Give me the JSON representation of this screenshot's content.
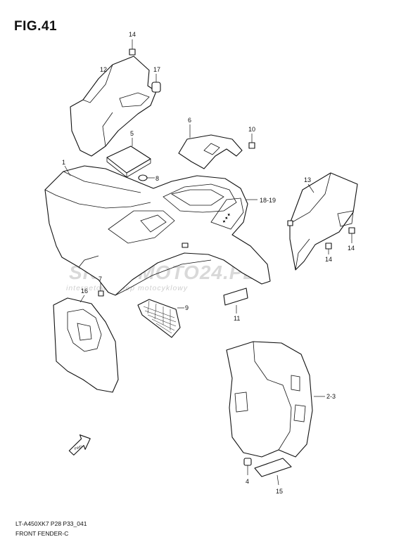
{
  "figure": {
    "title": "FIG.41"
  },
  "watermark": {
    "main": "SKLEPMOTO24.PL",
    "sub": "internetowy sklep motocyklowy"
  },
  "callouts": {
    "c1": "1",
    "c23": "2-3",
    "c4": "4",
    "c5": "5",
    "c6": "6",
    "c7": "7",
    "c8": "8",
    "c9": "9",
    "c10": "10",
    "c11": "11",
    "c12": "12",
    "c13": "13",
    "c14a": "14",
    "c14b": "14",
    "c14c": "14",
    "c15": "15",
    "c16": "16",
    "c17": "17",
    "c1819": "18-19"
  },
  "footer": {
    "code": "LT-A450XK7 P28 P33_041",
    "name": "FRONT FENDER-C"
  },
  "arrow_label": "FWD"
}
